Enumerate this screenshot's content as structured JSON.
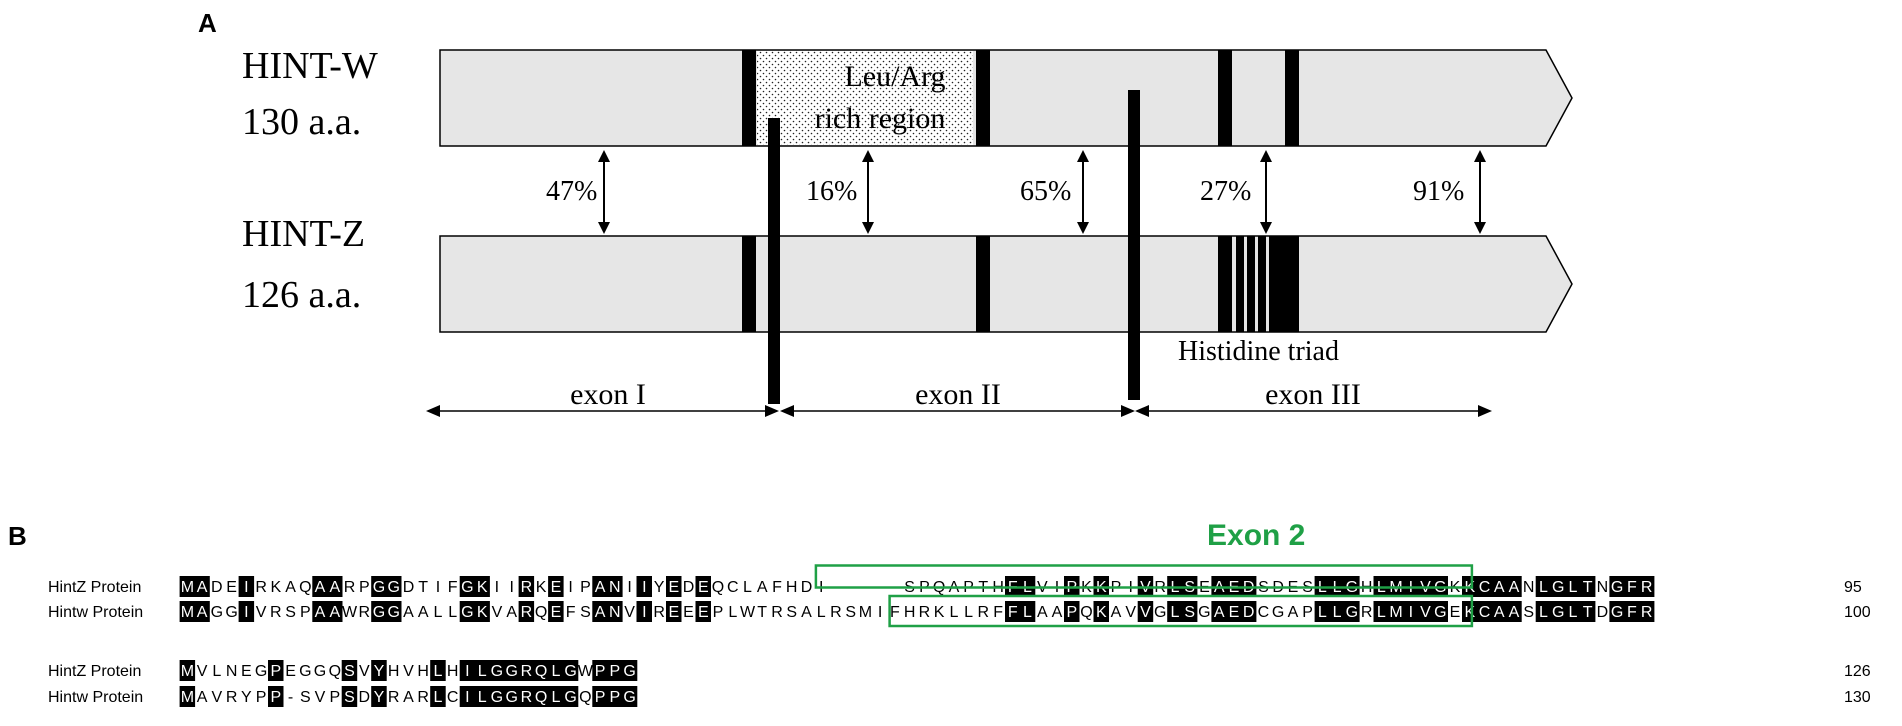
{
  "panel_a": {
    "panel_label": "A",
    "colors": {
      "bar_fill": "#e6e6e6",
      "bar_stroke": "#000000",
      "mark": "#000000"
    },
    "proteins": [
      {
        "name": "HINT-W",
        "length": "130 a.a."
      },
      {
        "name": "HINT-Z",
        "length": "126 a.a."
      }
    ],
    "region_label": [
      "Leu/Arg",
      "rich region"
    ],
    "identities": [
      "47%",
      "16%",
      "65%",
      "27%",
      "91%"
    ],
    "histidine_label": "Histidine triad",
    "exons": [
      "exon I",
      "exon II",
      "exon III"
    ]
  },
  "panel_b": {
    "panel_label": "B",
    "exon_label": "Exon 2",
    "box_color": "#1fa046",
    "blocks": [
      {
        "rows": [
          {
            "name": "HintZ Protein",
            "seq": "MADEIRKAQAARPGGDTIFGKIIRKEIPANIIYEDEQCLAFHDI-----SPQAPTHFLVIPKKPIVRLSEAEDSDESLLGHLMIVGKKCAANLGLTNGFR",
            "end": "95"
          },
          {
            "name": "Hintw Protein",
            "seq": "MAGGIVRSPAAWRGGAALLGKVARQEFSANVIREEEPLWTRSALRSMIFHRKLLRFFLAAPQKAVVGLSGAEDCGAPLLGRLMIVGEKCAASLGLTDGFR",
            "end": "100"
          }
        ]
      },
      {
        "rows": [
          {
            "name": "HintZ Protein",
            "seq": "MVLNEGPEGGQSVYHVHLHILGGRQLGWPPG",
            "end": "126"
          },
          {
            "name": "Hintw Protein",
            "seq": "MAVRYPP-SVPSDYRARLCILGGRQLGQPPG",
            "end": "130"
          }
        ]
      }
    ]
  }
}
